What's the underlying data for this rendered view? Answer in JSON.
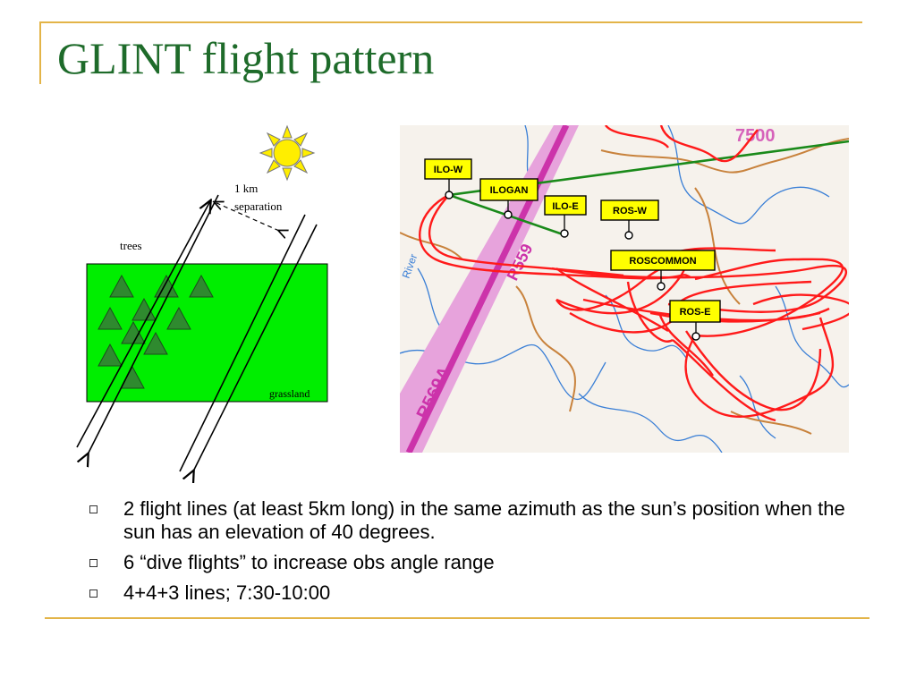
{
  "slide": {
    "title": "GLINT flight pattern"
  },
  "diagram": {
    "separation_line1": "1 km",
    "separation_line2": "separation",
    "trees_label": "trees",
    "grassland_label": "grassland",
    "sun_icon": "sun-icon",
    "tree_icon": "tree-icon",
    "colors": {
      "field": "#00ee00",
      "tree": "#2f8a2f",
      "sun": "#ffee00"
    }
  },
  "map": {
    "labels": [
      "ILO-W",
      "ILOGAN",
      "ILO-E",
      "ROS-W",
      "ROSCOMMON",
      "ROS-E"
    ],
    "corner_number": "7500",
    "airway_labels": [
      "R559",
      "R569A"
    ],
    "river_label": "River",
    "colors": {
      "track": "#ff1a1a",
      "airway": "#cc33aa",
      "line": "#1a8a1a",
      "label_bg": "#ffff00"
    }
  },
  "bullets": [
    "2 flight lines (at least 5km long) in the same azimuth as the sun’s position when the sun has an elevation of 40 degrees.",
    "6 “dive flights” to increase obs angle range",
    "4+4+3 lines; 7:30-10:00"
  ]
}
